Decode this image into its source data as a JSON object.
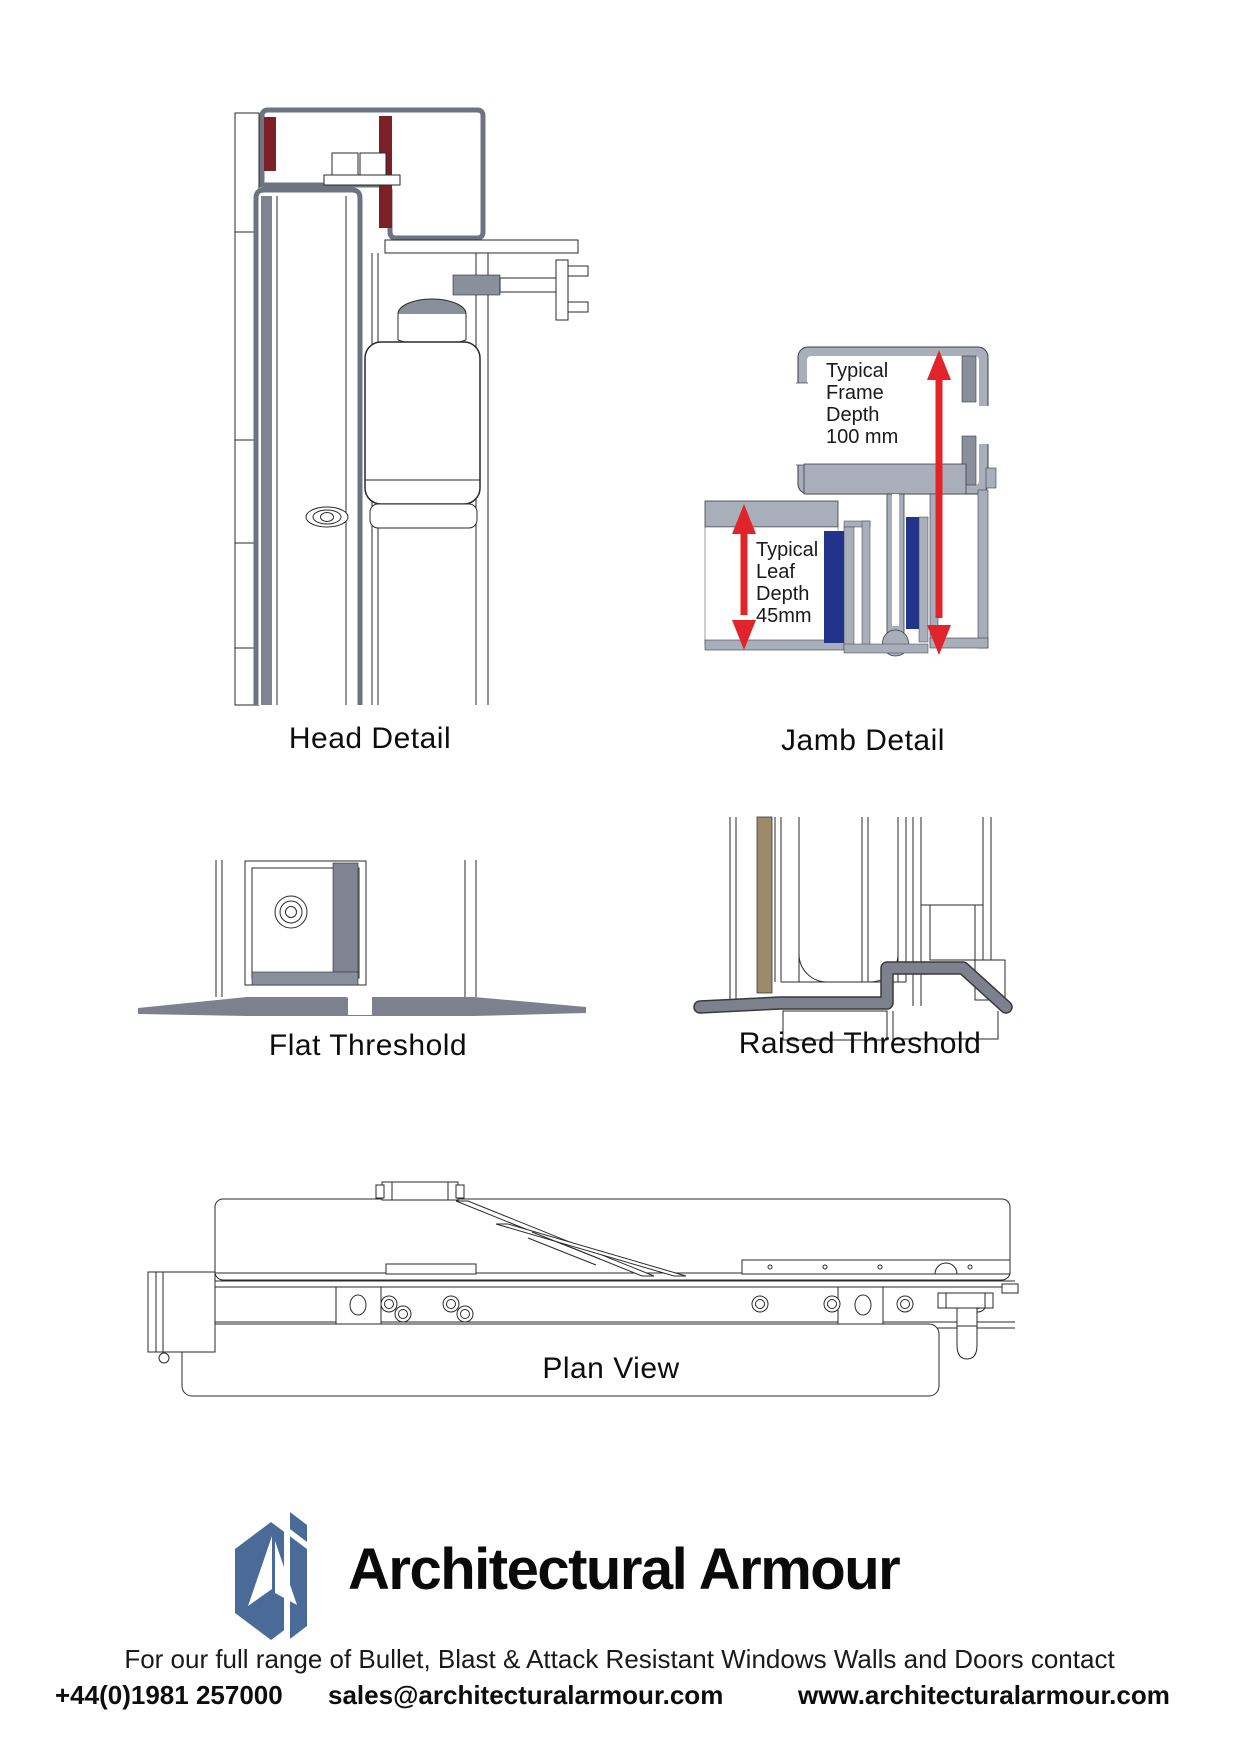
{
  "captions": {
    "head": "Head Detail",
    "jamb": "Jamb Detail",
    "flat": "Flat Threshold",
    "raised": "Raised Threshold",
    "plan": "Plan View"
  },
  "jamb_labels": {
    "frame": [
      "Typical",
      "Frame",
      "Depth",
      "100 mm"
    ],
    "leaf": [
      "Typical",
      "Leaf",
      "Depth",
      "45mm"
    ]
  },
  "branding": {
    "company": "Architectural Armour",
    "logo": "hexagon-arrow-logo"
  },
  "footer": {
    "tagline": "For our full range of Bullet, Blast & Attack Resistant Windows Walls and Doors contact",
    "phone": "+44(0)1981 257000",
    "email": "sales@architecturalarmour.com",
    "website": "www.architecturalarmour.com"
  },
  "colors": {
    "arrow_red": "#e0242a",
    "seal_maroon": "#7b2125",
    "glazing_blue": "#21338b",
    "frame_grey": "#a9aebb",
    "profile_grey": "#7d818d",
    "steel_grey": "#8a8f9c",
    "channel_grey": "#6d7380",
    "dark_strip_grey": "#7f8490",
    "timber_tan": "#9d8a6b",
    "logo_blue": "#4a6b98",
    "line_dark": "#2a2a2a"
  }
}
